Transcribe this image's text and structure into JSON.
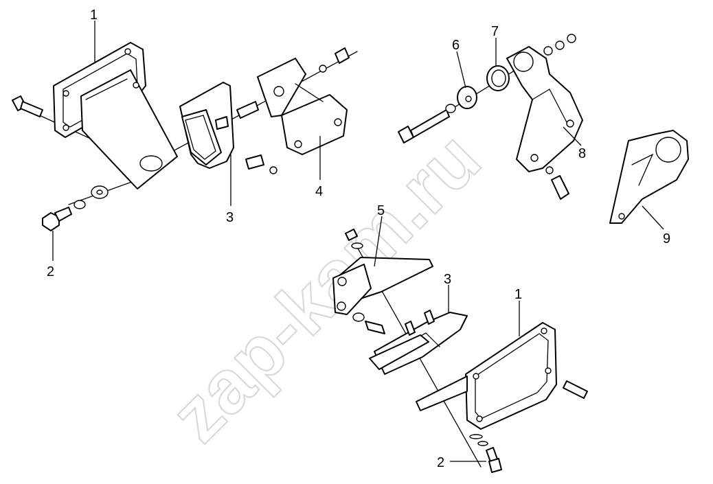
{
  "watermark": "zap-kam.ru",
  "callouts": {
    "c1a": "1",
    "c1b": "1",
    "c2a": "2",
    "c2b": "2",
    "c3a": "3",
    "c3b": "3",
    "c4": "4",
    "c5": "5",
    "c6": "6",
    "c7": "7",
    "c8": "8",
    "c9": "9"
  }
}
